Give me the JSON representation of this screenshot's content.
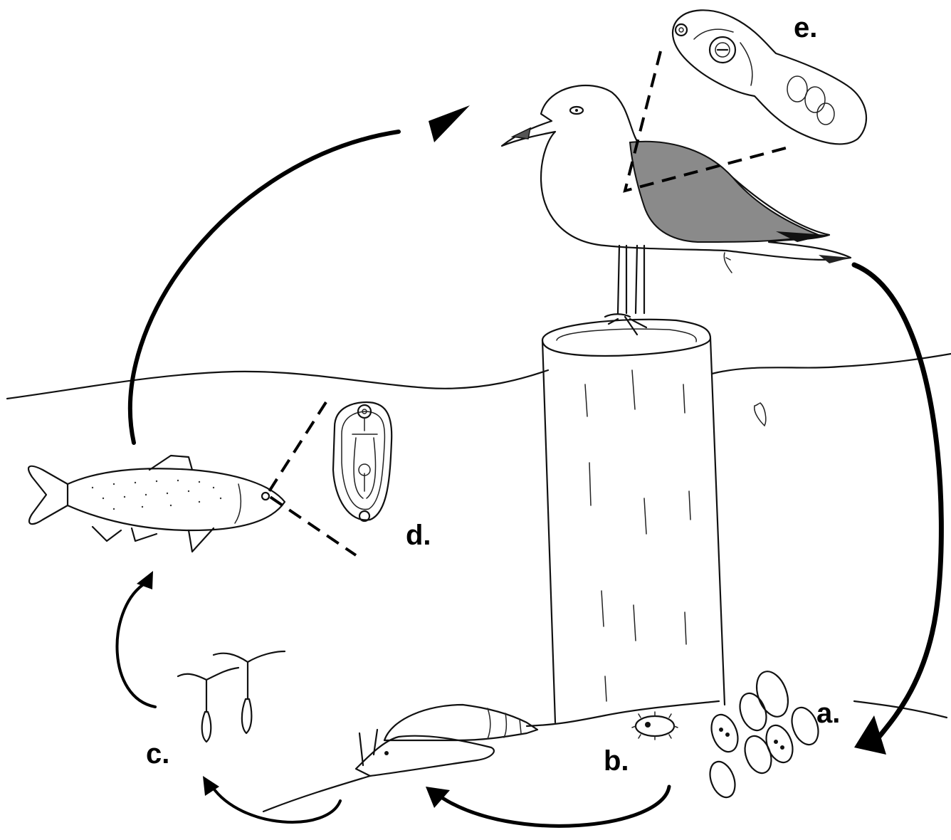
{
  "labels": {
    "a": "a.",
    "b": "b.",
    "c": "c.",
    "d": "d.",
    "e": "e."
  },
  "colors": {
    "ink": "#111111",
    "wing_shading": "#8a8a8a",
    "background": "#ffffff"
  }
}
